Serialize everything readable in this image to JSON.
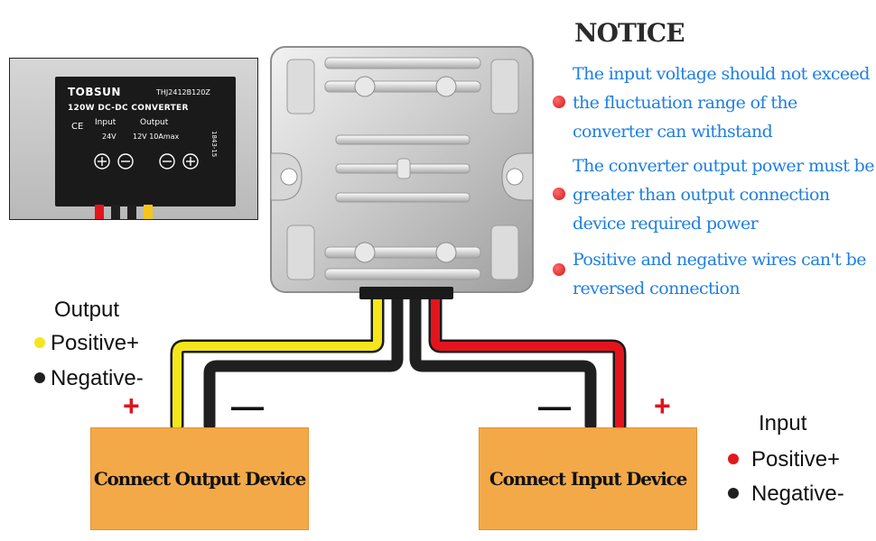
{
  "inset": {
    "brand": "TOBSUN",
    "model": "THJ2412B120Z",
    "title": "120W DC-DC CONVERTER",
    "ce": "CE",
    "input_label": "Input",
    "input_value": "24V",
    "output_label": "Output",
    "output_value": "12V 10Amax",
    "code": "1843-15"
  },
  "notice": {
    "title": "NOTICE",
    "items": [
      "The input voltage  should not exceed the fluctuation range of the converter can withstand",
      "The converter output power must be greater than output connection device required power",
      "Positive and negative wires can't be reversed connection"
    ]
  },
  "output_legend": {
    "heading": "Output",
    "positive": "Positive+",
    "negative": "Negative-"
  },
  "input_legend": {
    "heading": "Input",
    "positive": "Positive+",
    "negative": "Negative-"
  },
  "devices": {
    "output": "Connect Output Device",
    "input": "Connect Input Device"
  },
  "signs": {
    "plus": "+",
    "minus": "—"
  },
  "colors": {
    "wire_yellow": "#f4e61a",
    "wire_black": "#1f1f1f",
    "wire_red": "#e4141d",
    "device_fill": "#f4a948",
    "notice_text": "#1e7fe0",
    "notice_dot": "#e0191e"
  }
}
